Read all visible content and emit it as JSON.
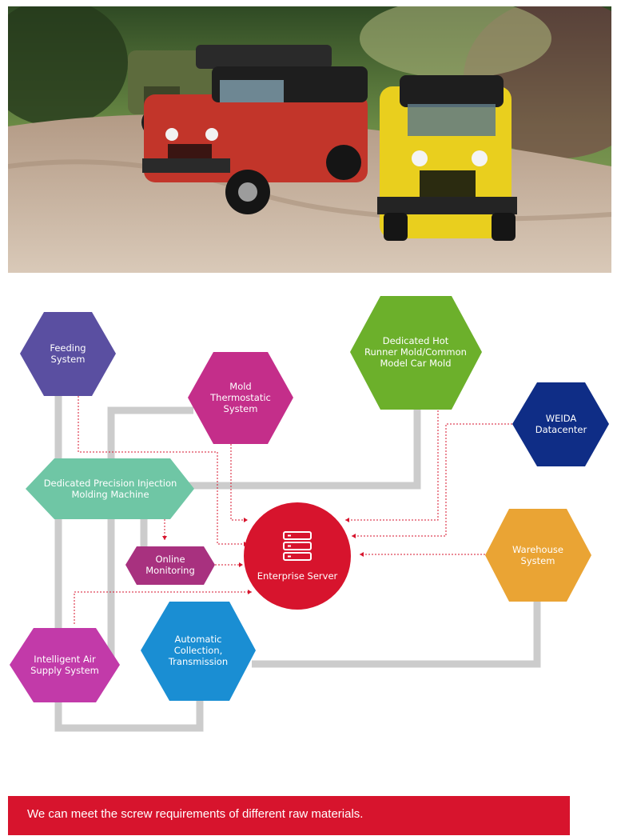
{
  "nodes": {
    "feeding": {
      "label": [
        "Feeding",
        "System"
      ],
      "color": "#5a4fa1"
    },
    "mold_thermo": {
      "label": [
        "Mold",
        "Thermostatic",
        "System"
      ],
      "color": "#c42e8a"
    },
    "hot_runner": {
      "label": [
        "Dedicated Hot",
        "Runner Mold/Common",
        "Model Car Mold"
      ],
      "color": "#6cb02b"
    },
    "weida": {
      "label": [
        "WEIDA",
        "Datacenter"
      ],
      "color": "#0f2d86"
    },
    "injection": {
      "label": [
        "Dedicated Precision Injection",
        "Molding Machine"
      ],
      "color": "#6fc6a5"
    },
    "online": {
      "label": [
        "Online",
        "Monitoring"
      ],
      "color": "#a8317f"
    },
    "server": {
      "label": [
        "Enterprise Server"
      ],
      "color": "#d7142d",
      "icon": "server-icon"
    },
    "warehouse": {
      "label": [
        "Warehouse",
        "System"
      ],
      "color": "#eaa434"
    },
    "air": {
      "label": [
        "Intelligent Air",
        "Supply System"
      ],
      "color": "#c23aa9"
    },
    "collection": {
      "label": [
        "Automatic",
        "Collection,",
        "Transmission"
      ],
      "color": "#1a8ed3"
    }
  },
  "connector_color": "#cccccc",
  "arrow_color": "#d7142d",
  "footer": {
    "text": "We can meet the screw requirements of different raw materials."
  }
}
